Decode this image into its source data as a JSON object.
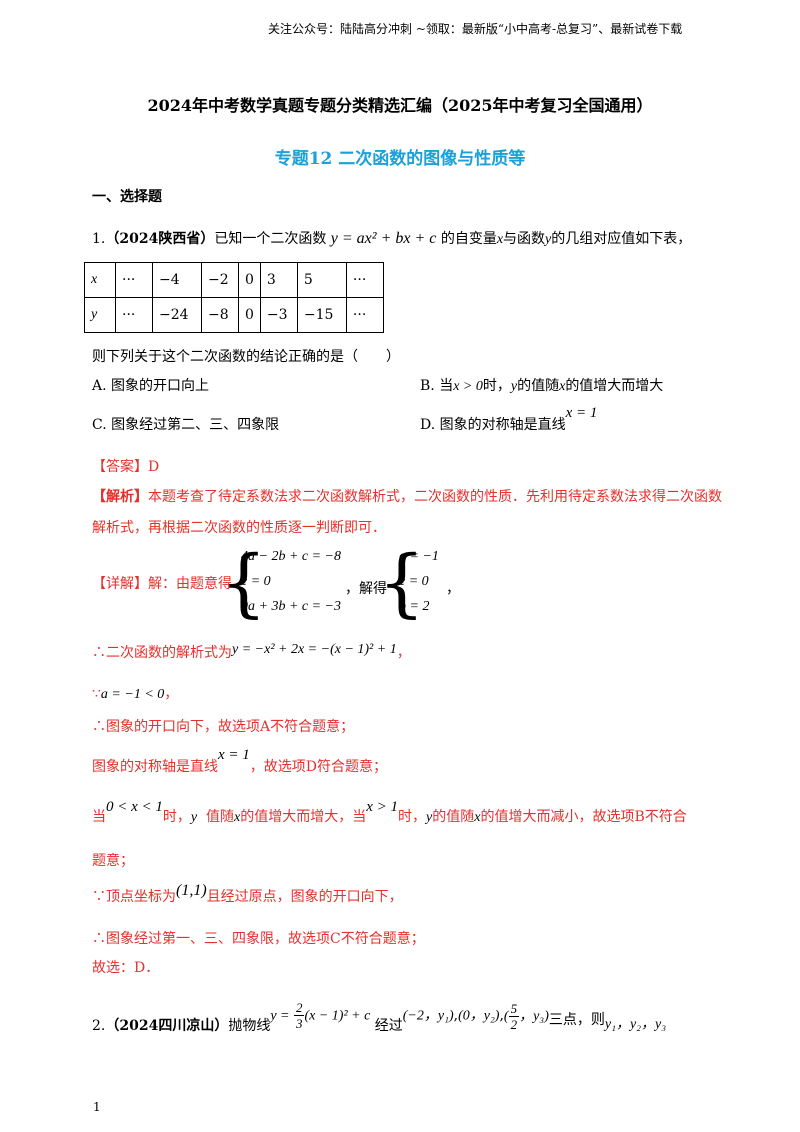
{
  "header": {
    "notice": "关注公众号：陆陆高分冲刺 ~领取：最新版“小中高考-总复习”、最新试卷下载"
  },
  "doc": {
    "title": "2024年中考数学真题专题分类精选汇编（2025年中考复习全国通用）",
    "subtitle": "专题12  二次函数的图像与性质等",
    "section": "一、选择题",
    "page_number": "1"
  },
  "q1": {
    "num": "1.",
    "source": "（2024陕西省）",
    "stem_a": "已知一个二次函数",
    "stem_func": "y = ax² + bx + c",
    "stem_b": "的自变量",
    "stem_x": "x",
    "stem_c": "与函数",
    "stem_y": "y",
    "stem_d": "的几组对应值如下表，",
    "table": {
      "rows": [
        [
          "x",
          "···",
          "−4",
          "−2",
          "0",
          "3",
          "5",
          "···"
        ],
        [
          "y",
          "···",
          "−24",
          "−8",
          "0",
          "−3",
          "−15",
          "···"
        ]
      ]
    },
    "question": "则下列关于这个二次函数的结论正确的是（　　）",
    "options": {
      "A": "A. 图象的开口向上",
      "B_pre": "B. 当",
      "B_math": "x > 0",
      "B_mid": "时，",
      "B_y": "y",
      "B_mid2": "的值随",
      "B_x": "x",
      "B_post": "的值增大而增大",
      "C": "C. 图象经过第二、三、四象限",
      "D_pre": "D. 图象的对称轴是直线",
      "D_math": "x = 1"
    },
    "answer": "【答案】D",
    "analysis_tag": "【解析】",
    "analysis_1": "本题考查了待定系数法求二次函数解析式，二次函数的性质．先利用待定系数法求得二次函数",
    "analysis_2": "解析式，再根据二次函数的性质逐一判断即可．",
    "detail_tag": "【详解】",
    "detail_pre": "解：由题意得",
    "sys1": [
      "4a − 2b + c = −8",
      "c = 0",
      "9a + 3b + c = −3"
    ],
    "solve_word": "，解得",
    "sys2": [
      "a = −1",
      "c = 0",
      "b = 2"
    ],
    "sys2_end": "，",
    "l1_pre": "∴二次函数的解析式为",
    "l1_math": "y = −x² + 2x = −(x − 1)² + 1",
    "l1_end": "，",
    "l2_pre": "∵",
    "l2_math": "a = −1 < 0",
    "l2_end": "，",
    "l3": "∴图象的开口向下，故选项A不符合题意；",
    "l4_pre": "图象的对称轴是直线",
    "l4_math": "x = 1",
    "l4_post": "，故选项D符合题意；",
    "l5_a": "当",
    "l5_m1": "0 < x < 1",
    "l5_b": "时，",
    "l5_c": "值随",
    "l5_d": "的值增大而增大，当",
    "l5_m2": "x > 1",
    "l5_e": "时，",
    "l5_f": "的值随",
    "l5_g": "的值增大而减小，故选项B不符合",
    "l5_h": "题意；",
    "l6_pre": "∵顶点坐标为",
    "l6_math": "(1,1)",
    "l6_post": "且经过原点，图象的开口向下，",
    "l7": "∴图象经过第一、三、四象限，故选项C不符合题意；",
    "l8": "故选：D．"
  },
  "q2": {
    "num": "2.",
    "source": "（2024四川凉山）",
    "pre": "抛物线",
    "y_eq": "y =",
    "frac_num": "2",
    "frac_den": "3",
    "func_rest": "(x − 1)² + c",
    "passes": "经过",
    "pt1": "(−2，y₁)",
    "pt2": "(0，y₂)",
    "pt3_num": "5",
    "pt3_den": "2",
    "pt3_y": "y₃",
    "post": "三点，则",
    "tail": "y₁，y₂，y₃"
  }
}
